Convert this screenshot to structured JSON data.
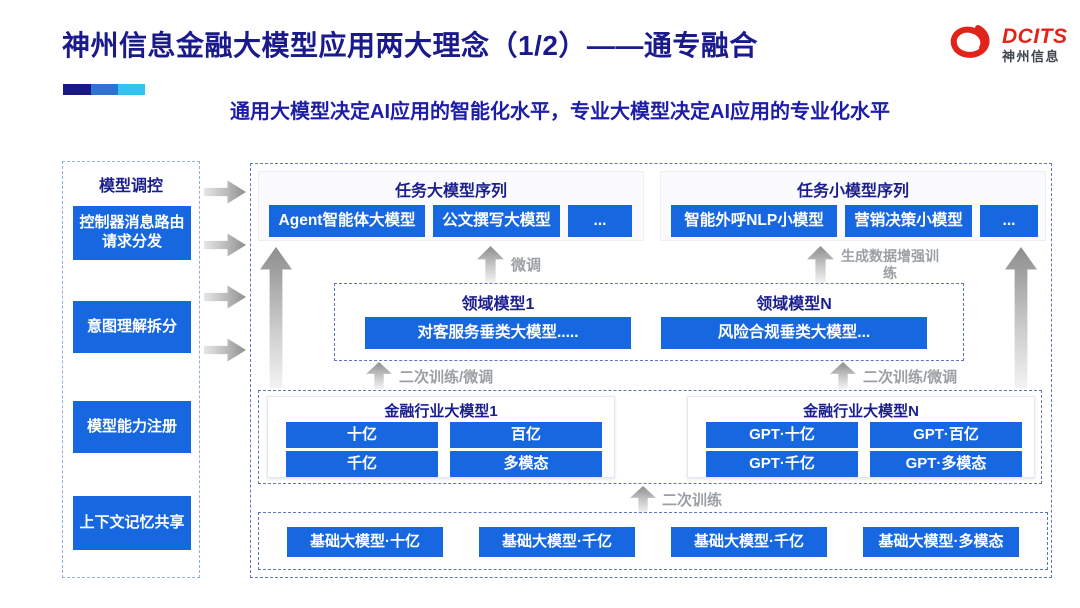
{
  "header": {
    "title": "神州信息金融大模型应用两大理念（1/2）——通专融合",
    "subtitle": "通用大模型决定AI应用的智能化水平，专业大模型决定AI应用的专业化水平",
    "logo": {
      "text": "DCITS",
      "subtext": "神州信息"
    }
  },
  "colors": {
    "accent_blue": "#1667e0",
    "title_navy": "#1a1a8c",
    "subtitle_navy": "#1d1da8",
    "label_gray": "#9aa0a6",
    "logo_red": "#e2231a",
    "accent_bar": [
      "#191984",
      "#2e72d2",
      "#33c3ee"
    ]
  },
  "sidebar": {
    "title": "模型调控",
    "items": [
      "控制器消息路由请求分发",
      "意图理解拆分",
      "模型能力注册",
      "上下文记忆共享"
    ]
  },
  "diagram": {
    "task_large": {
      "title": "任务大模型序列",
      "items": [
        "Agent智能体大模型",
        "公文撰写大模型",
        "..."
      ]
    },
    "task_small": {
      "title": "任务小模型序列",
      "items": [
        "智能外呼NLP小模型",
        "营销决策小模型",
        "..."
      ]
    },
    "arrows": {
      "finetune": "微调",
      "augment": "生成数据增强训练",
      "retrain_ft_left": "二次训练/微调",
      "retrain_ft_right": "二次训练/微调",
      "retrain": "二次训练"
    },
    "domain": {
      "groups": [
        {
          "title": "领域模型1",
          "item": "对客服务垂类大模型....."
        },
        {
          "title": "领域模型N",
          "item": "风险合规垂类大模型..."
        }
      ]
    },
    "industry": {
      "groups": [
        {
          "title": "金融行业大模型1",
          "items": [
            "十亿",
            "百亿",
            "千亿",
            "多模态"
          ]
        },
        {
          "title": "金融行业大模型N",
          "items": [
            "GPT·十亿",
            "GPT·百亿",
            "GPT·千亿",
            "GPT·多模态"
          ]
        }
      ]
    },
    "base_models": [
      "基础大模型·十亿",
      "基础大模型·千亿",
      "基础大模型·千亿",
      "基础大模型·多模态"
    ]
  }
}
